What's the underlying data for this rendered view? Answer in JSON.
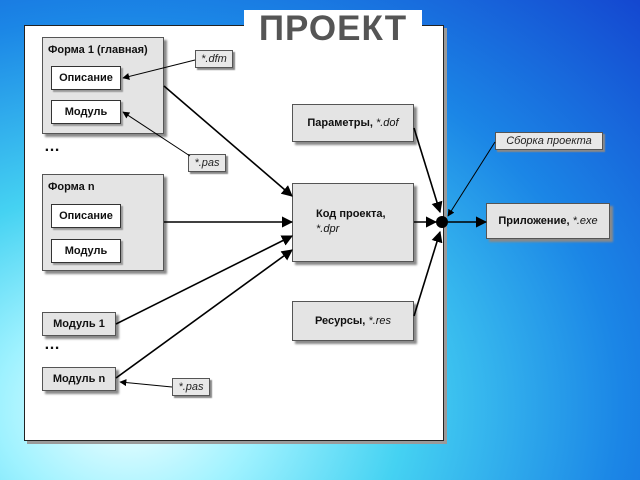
{
  "title": "ПРОЕКТ",
  "form1": {
    "title": "Форма 1 (главная)",
    "description": "Описание",
    "module": "Модуль"
  },
  "formN": {
    "title": "Форма n",
    "description": "Описание",
    "module": "Модуль"
  },
  "module1": "Модуль 1",
  "moduleN": "Модуль n",
  "ellipsis": "…",
  "params": {
    "label": "Параметры,",
    "ext": "*.dof"
  },
  "code": {
    "label": "Код проекта,",
    "ext": "*.dpr"
  },
  "resources": {
    "label": "Ресурсы,",
    "ext": "*.res"
  },
  "app": {
    "label": "Приложение,",
    "ext": "*.exe"
  },
  "notes": {
    "dfm": "*.dfm",
    "pas1": "*.pas",
    "pas2": "*.pas",
    "build": "Сборка проекта"
  }
}
